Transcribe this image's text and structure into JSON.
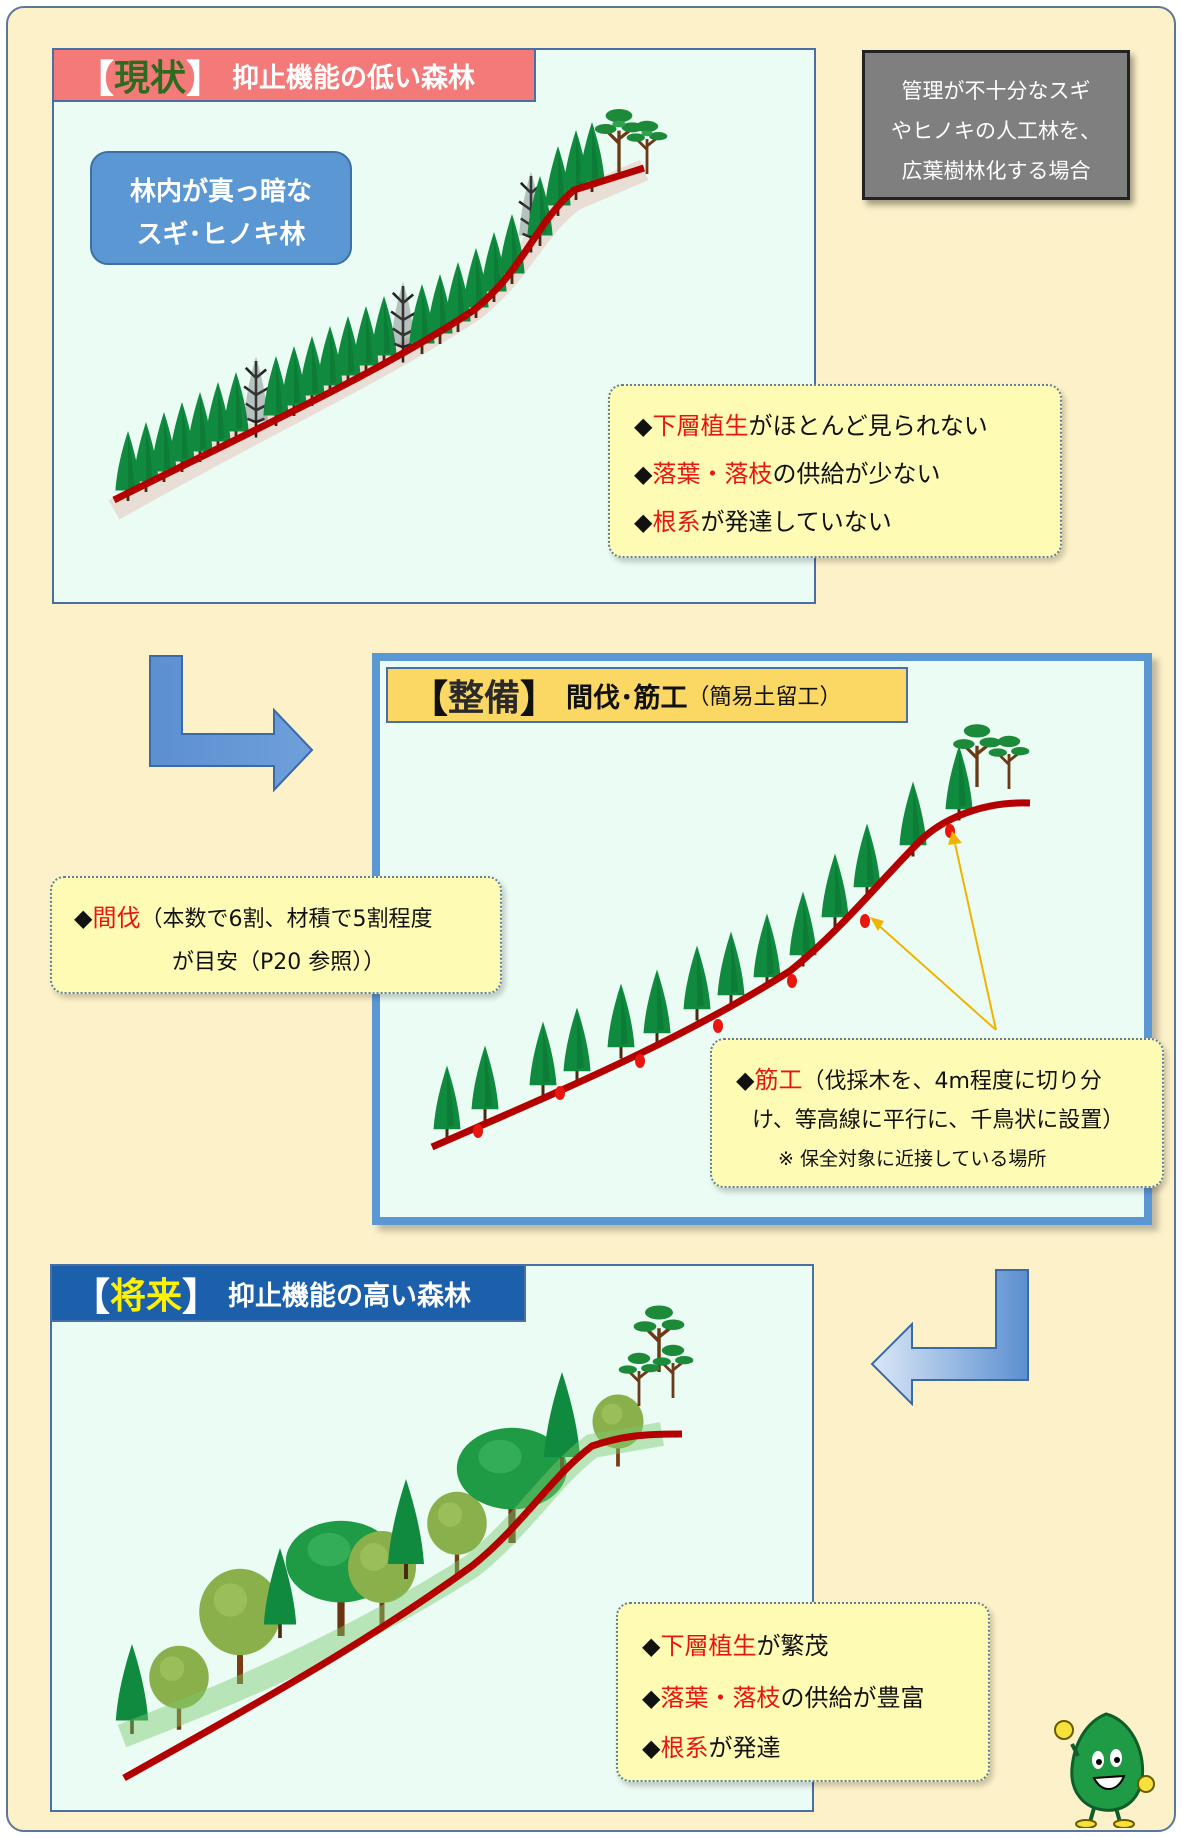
{
  "current": {
    "bracket_open": "【",
    "key": "現状",
    "bracket_close": "】",
    "title": "抑止機能の低い森林",
    "badge_line1": "林内が真っ暗な",
    "badge_line2": "スギ･ヒノキ林",
    "points": [
      {
        "marker": "◆",
        "highlight": "下層植生",
        "rest": "がほとんど見られない"
      },
      {
        "marker": "◆",
        "highlight": "落葉・落枝",
        "rest": "の供給が少ない"
      },
      {
        "marker": "◆",
        "highlight": "根系",
        "rest": "が発達していない"
      }
    ]
  },
  "scope_note": {
    "line1": "管理が不十分なスギ",
    "line2": "やヒノキの人工林を、",
    "line3": "広葉樹林化する場合"
  },
  "maintenance": {
    "bracket_open": "【",
    "key": "整備",
    "bracket_close": "】",
    "title": "間伐･筋工",
    "subtitle": "（簡易土留工）",
    "thinning_marker": "◆",
    "thinning_highlight": "間伐",
    "thinning_rest_line1": "（本数で6割、材積で5割程度",
    "thinning_rest_line2": "が目安（P20 参照））",
    "terrace_marker": "◆",
    "terrace_highlight": "筋工",
    "terrace_rest_line1": "（伐採木を、4m程度に切り分",
    "terrace_rest_line2": "け、等高線に平行に、千鳥状に設置）",
    "terrace_note": "※ 保全対象に近接している場所"
  },
  "future": {
    "bracket_open": "【",
    "key": "将来",
    "bracket_close": "】",
    "title": "抑止機能の高い森林",
    "points": [
      {
        "marker": "◆",
        "highlight": "下層植生",
        "rest": "が繁茂"
      },
      {
        "marker": "◆",
        "highlight": "落葉・落枝",
        "rest": "の供給が豊富"
      },
      {
        "marker": "◆",
        "highlight": "根系",
        "rest": "が発達"
      }
    ]
  },
  "colors": {
    "page_bg": "#fdf1c9",
    "panel_bg": "#eafcf4",
    "current_title_bg": "#f47a7a",
    "current_key": "#2f6b1f",
    "maintenance_title_bg": "#fbd764",
    "future_title_bg": "#1c5faa",
    "future_key": "#fff200",
    "highlight_red": "#e8160f",
    "ground_red": "#b30000",
    "cedar_green": "#0f8a3e",
    "broadleaf_green": "#89b04a",
    "arrow_blue": "#5b8fd0"
  }
}
